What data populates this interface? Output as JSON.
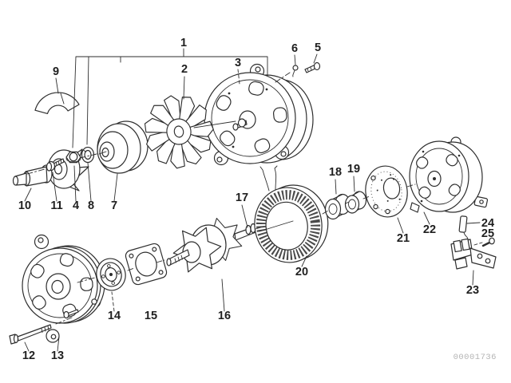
{
  "callouts": [
    {
      "number": "1"
    },
    {
      "number": "2"
    },
    {
      "number": "3"
    },
    {
      "number": "4"
    },
    {
      "number": "5"
    },
    {
      "number": "6"
    },
    {
      "number": "7"
    },
    {
      "number": "8"
    },
    {
      "number": "9"
    },
    {
      "number": "10"
    },
    {
      "number": "11"
    },
    {
      "number": "12"
    },
    {
      "number": "13"
    },
    {
      "number": "14"
    },
    {
      "number": "15"
    },
    {
      "number": "16"
    },
    {
      "number": "17"
    },
    {
      "number": "18"
    },
    {
      "number": "19"
    },
    {
      "number": "20"
    },
    {
      "number": "21"
    },
    {
      "number": "22"
    },
    {
      "number": "23"
    },
    {
      "number": "24"
    },
    {
      "number": "25"
    }
  ],
  "watermark": "00001736",
  "colors": {
    "background": "#ffffff",
    "line_art": "#2e2e2e",
    "callout_text": "#1f1f1f",
    "watermark_text": "#b4b4b4"
  }
}
